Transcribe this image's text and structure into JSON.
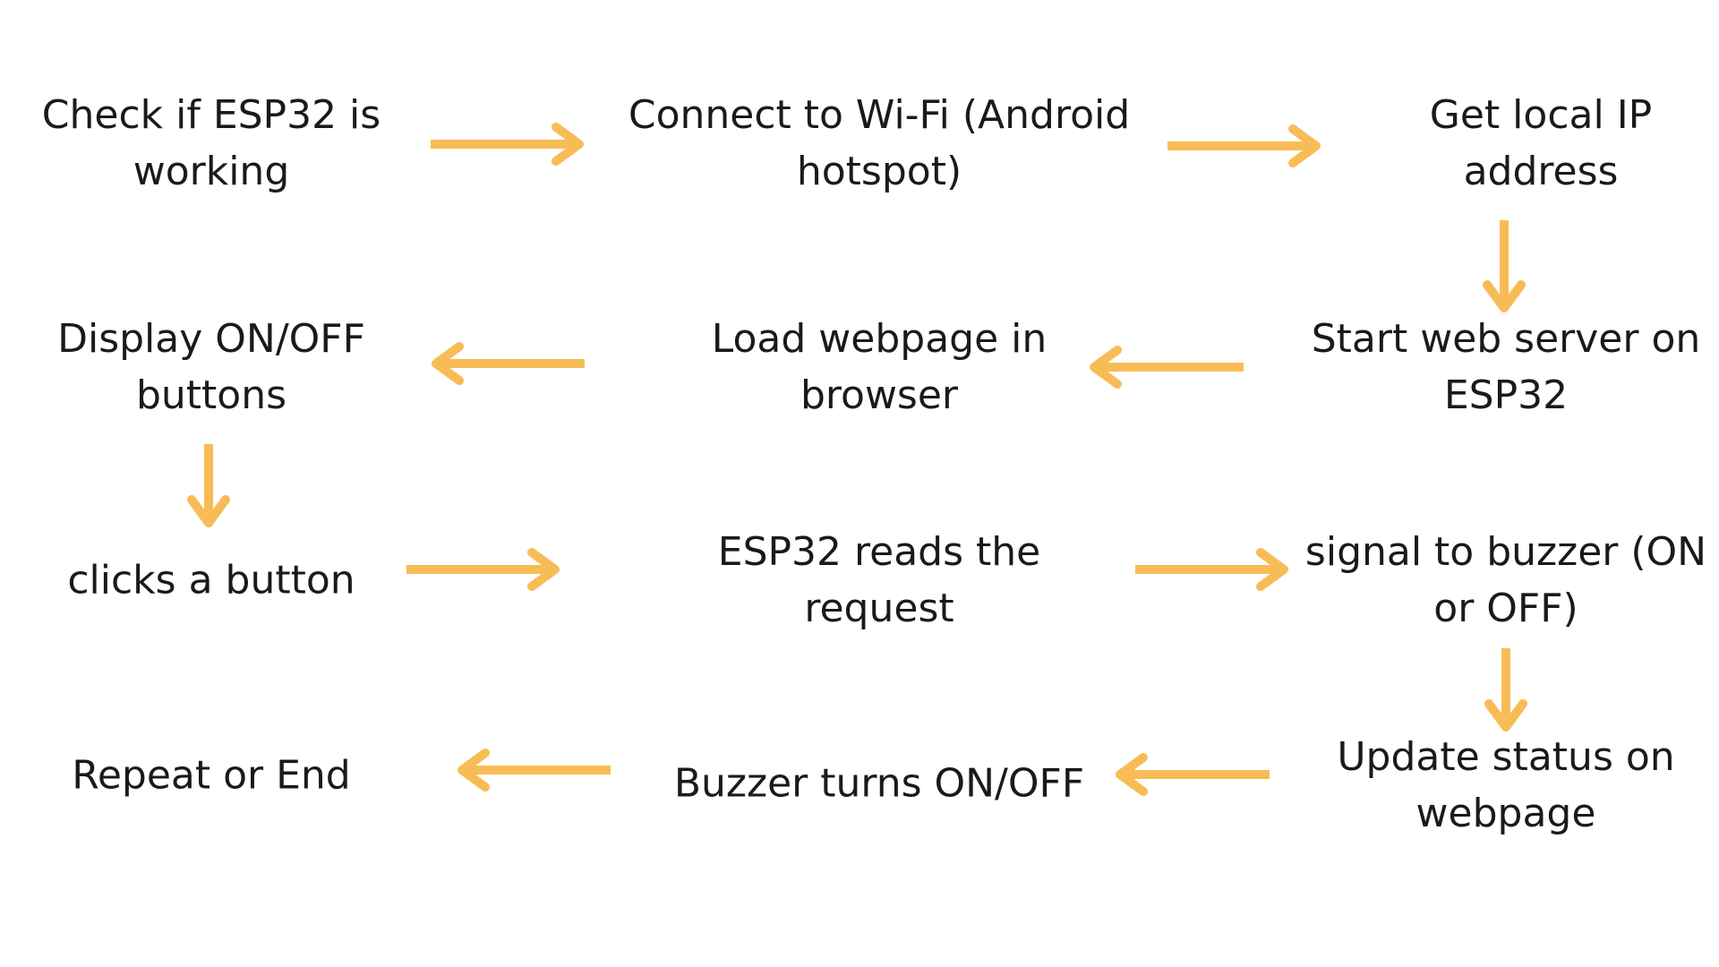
{
  "colors": {
    "arrow": "#F8BC56",
    "text": "#1a1a1a",
    "background": "#ffffff"
  },
  "steps": [
    {
      "id": "check-esp32",
      "lines": [
        "Check if ESP32 is",
        "working"
      ]
    },
    {
      "id": "connect-wifi",
      "lines": [
        "Connect to Wi-Fi (Android",
        "hotspot)"
      ]
    },
    {
      "id": "get-ip",
      "lines": [
        "Get local IP",
        "address"
      ]
    },
    {
      "id": "start-server",
      "lines": [
        "Start web server on",
        "ESP32"
      ]
    },
    {
      "id": "load-webpage",
      "lines": [
        "Load webpage in",
        "browser"
      ]
    },
    {
      "id": "display-buttons",
      "lines": [
        "Display ON/OFF",
        "buttons"
      ]
    },
    {
      "id": "clicks-button",
      "lines": [
        "clicks a button"
      ]
    },
    {
      "id": "reads-request",
      "lines": [
        "ESP32 reads the",
        "request"
      ]
    },
    {
      "id": "signal-buzzer",
      "lines": [
        "signal to buzzer (ON",
        "or OFF)"
      ]
    },
    {
      "id": "update-status",
      "lines": [
        "Update status on",
        "webpage"
      ]
    },
    {
      "id": "buzzer-toggle",
      "lines": [
        "Buzzer turns ON/OFF"
      ]
    },
    {
      "id": "repeat-end",
      "lines": [
        "Repeat or End"
      ]
    }
  ],
  "connections": [
    {
      "from": "check-esp32",
      "to": "connect-wifi",
      "direction": "right"
    },
    {
      "from": "connect-wifi",
      "to": "get-ip",
      "direction": "right"
    },
    {
      "from": "get-ip",
      "to": "start-server",
      "direction": "down"
    },
    {
      "from": "start-server",
      "to": "load-webpage",
      "direction": "left"
    },
    {
      "from": "load-webpage",
      "to": "display-buttons",
      "direction": "left"
    },
    {
      "from": "display-buttons",
      "to": "clicks-button",
      "direction": "down"
    },
    {
      "from": "clicks-button",
      "to": "reads-request",
      "direction": "right"
    },
    {
      "from": "reads-request",
      "to": "signal-buzzer",
      "direction": "right"
    },
    {
      "from": "signal-buzzer",
      "to": "update-status",
      "direction": "down"
    },
    {
      "from": "update-status",
      "to": "buzzer-toggle",
      "direction": "left"
    },
    {
      "from": "buzzer-toggle",
      "to": "repeat-end",
      "direction": "left"
    }
  ]
}
